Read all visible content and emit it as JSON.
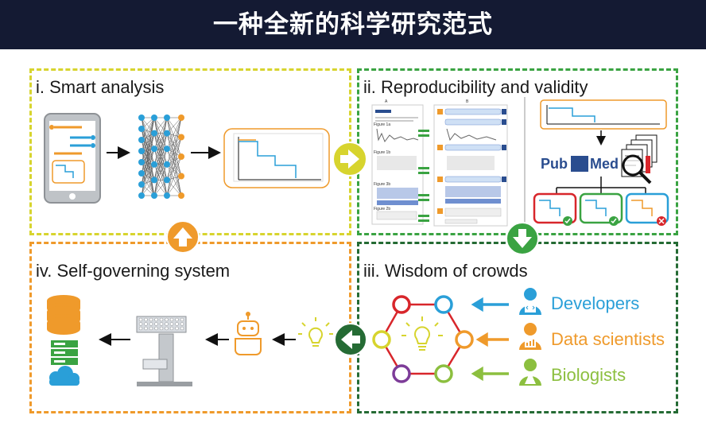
{
  "title": "一种全新的科学研究范式",
  "panels": {
    "smart": {
      "label": "i. Smart analysis",
      "color": "#d7d42e"
    },
    "repro": {
      "label": "ii. Reproducibility and validity",
      "color": "#3aa342"
    },
    "wisdom": {
      "label": "iii. Wisdom of crowds",
      "color": "#256b34"
    },
    "self": {
      "label": "iv. Self-governing system",
      "color": "#ef9a2b"
    }
  },
  "wisdom": {
    "actors": [
      {
        "name": "Developers",
        "color": "#2a9fd8"
      },
      {
        "name": "Data scientists",
        "color": "#ef9a2b"
      },
      {
        "name": "Biologists",
        "color": "#8cbf3f"
      }
    ]
  },
  "pubmed": {
    "pub": "Pub",
    "med": "Med"
  },
  "figure_labels": [
    "A",
    "B",
    "Figure 1a",
    "Figure 1b",
    "Figure 3b",
    "Figure 2b"
  ],
  "colors": {
    "yellow": "#d7d42e",
    "green": "#3aa342",
    "dark_green": "#256b34",
    "orange": "#ef9a2b",
    "blue": "#2a9fd8",
    "red": "#d8262b",
    "purple": "#7d3c98",
    "lime": "#8cbf3f"
  }
}
